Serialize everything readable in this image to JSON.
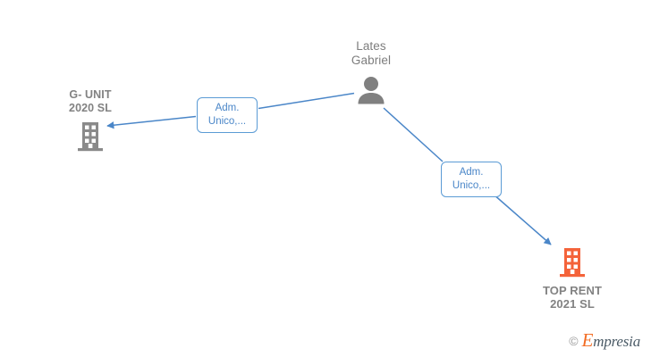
{
  "diagram": {
    "type": "corporate-relationship-graph",
    "background_color": "#ffffff",
    "accent_colors": {
      "edge": "#4a86c8",
      "edge_label_border": "#5b9bd5",
      "edge_label_text": "#4a86c8",
      "person_icon": "#808080",
      "company_icon_gray": "#8a8a8a",
      "company_icon_orange": "#f4633a",
      "node_text": "#828282"
    },
    "nodes": [
      {
        "id": "person",
        "kind": "person",
        "icon": "person-icon",
        "label": "Lates\nGabriel",
        "label_position": "above"
      },
      {
        "id": "gunit",
        "kind": "company",
        "icon": "building-icon",
        "icon_color": "#8a8a8a",
        "label": "G- UNIT\n2020  SL",
        "label_position": "above"
      },
      {
        "id": "toprent",
        "kind": "company",
        "icon": "building-icon",
        "icon_color": "#f4633a",
        "label": "TOP RENT\n2021  SL",
        "label_position": "below"
      }
    ],
    "edges": [
      {
        "id": "edge-person-gunit",
        "from": "person",
        "to": "gunit",
        "label": "Adm.\nUnico,...",
        "arrow": "to"
      },
      {
        "id": "edge-person-toprent",
        "from": "person",
        "to": "toprent",
        "label": "Adm.\nUnico,...",
        "arrow": "to"
      }
    ]
  },
  "watermark": {
    "copyright": "©",
    "brand_initial": "E",
    "brand_rest": "mpresia"
  }
}
